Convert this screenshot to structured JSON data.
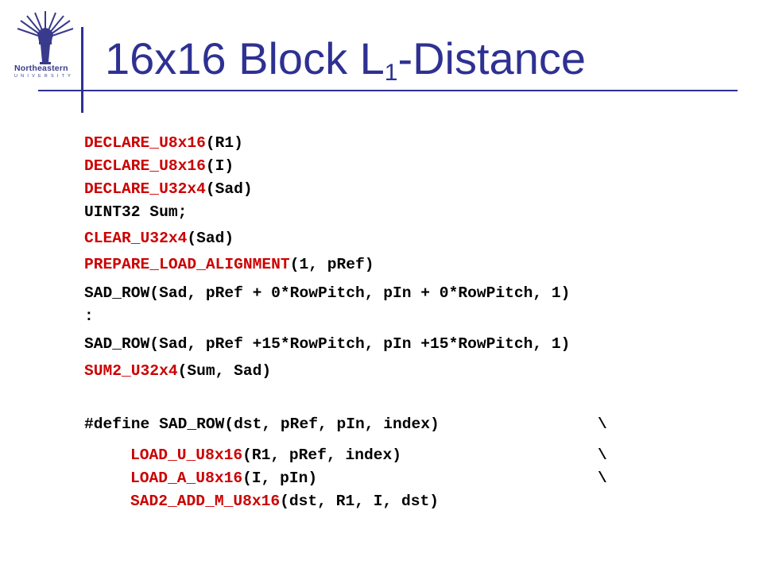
{
  "slide": {
    "title": {
      "main": "16x16 Block L",
      "sub": "1",
      "suffix": "-Distance"
    },
    "logo": {
      "wordmark": "Northeastern",
      "subtext": "UNIVERSITY"
    }
  },
  "code": {
    "declarations": [
      {
        "kw": "DECLARE_U8x16",
        "rest": "(R1)"
      },
      {
        "kw": "DECLARE_U8x16",
        "rest": "(I)"
      },
      {
        "kw": "DECLARE_U32x4",
        "rest": "(Sad)"
      },
      {
        "kw": "",
        "rest": "UINT32 Sum;"
      }
    ],
    "clear": {
      "kw": "CLEAR_U32x4",
      "rest": "(Sad)"
    },
    "prepare": {
      "kw": "PREPARE_LOAD_ALIGNMENT",
      "rest": "(1, pRef)"
    },
    "sad_row_first": "SAD_ROW(Sad, pRef + 0*RowPitch, pIn + 0*RowPitch, 1)",
    "ellipsis": ":",
    "sad_row_last": "SAD_ROW(Sad, pRef +15*RowPitch, pIn +15*RowPitch, 1)",
    "sum": {
      "kw": "SUM2_U32x4",
      "rest": "(Sum, Sad)"
    },
    "define": {
      "text": "#define SAD_ROW(dst, pRef, pIn, index)",
      "cont": "\\"
    },
    "macro_body": [
      {
        "kw": "LOAD_U_U8x16",
        "rest": "(R1, pRef, index)",
        "cont": "\\"
      },
      {
        "kw": "LOAD_A_U8x16",
        "rest": "(I, pIn)",
        "cont": "\\"
      },
      {
        "kw": "SAD2_ADD_M_U8x16",
        "rest": "(dst, R1, I, dst)",
        "cont": ""
      }
    ]
  },
  "colors": {
    "title": "#2e3192",
    "keyword": "#cc0000",
    "code": "#000000",
    "rule": "#2e3192"
  }
}
